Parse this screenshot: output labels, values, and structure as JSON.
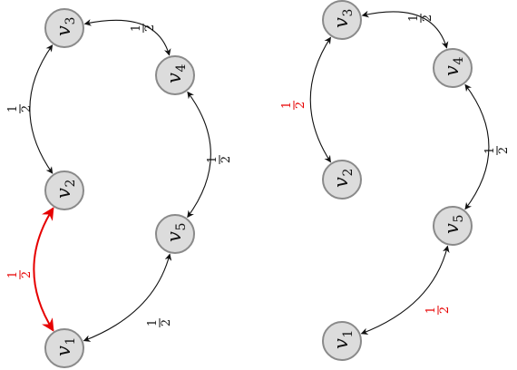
{
  "colors": {
    "edge": "#111111",
    "highlight": "#e60000",
    "node_fill": "#dcdcdc",
    "node_stroke": "#8a8a8a"
  },
  "left_graph": {
    "nodes": [
      {
        "id": "v1",
        "base": "v",
        "sub": "1"
      },
      {
        "id": "v2",
        "base": "v",
        "sub": "2"
      },
      {
        "id": "v3",
        "base": "v",
        "sub": "3"
      },
      {
        "id": "v4",
        "base": "v",
        "sub": "4"
      },
      {
        "id": "v5",
        "base": "v",
        "sub": "5"
      }
    ],
    "edges": [
      {
        "from": "v1",
        "to": "v2",
        "num": "1",
        "den": "2",
        "highlight": true
      },
      {
        "from": "v2",
        "to": "v3",
        "num": "1",
        "den": "2",
        "highlight": false
      },
      {
        "from": "v3",
        "to": "v4",
        "num": "1",
        "den": "2",
        "highlight": false
      },
      {
        "from": "v4",
        "to": "v5",
        "num": "1",
        "den": "2",
        "highlight": false
      },
      {
        "from": "v5",
        "to": "v1",
        "num": "1",
        "den": "2",
        "highlight": false
      }
    ]
  },
  "right_graph": {
    "nodes": [
      {
        "id": "v1",
        "base": "v",
        "sub": "1"
      },
      {
        "id": "v2",
        "base": "v",
        "sub": "2"
      },
      {
        "id": "v3",
        "base": "v",
        "sub": "3"
      },
      {
        "id": "v4",
        "base": "v",
        "sub": "4"
      },
      {
        "id": "v5",
        "base": "v",
        "sub": "5"
      }
    ],
    "edges": [
      {
        "from": "v2",
        "to": "v3",
        "num": "1",
        "den": "2",
        "highlight": false,
        "red_label": true
      },
      {
        "from": "v3",
        "to": "v4",
        "num": "1",
        "den": "2",
        "highlight": false
      },
      {
        "from": "v4",
        "to": "v5",
        "num": "1",
        "den": "2",
        "highlight": false
      },
      {
        "from": "v5",
        "to": "v1",
        "num": "1",
        "den": "2",
        "highlight": false,
        "red_label": true
      }
    ]
  }
}
